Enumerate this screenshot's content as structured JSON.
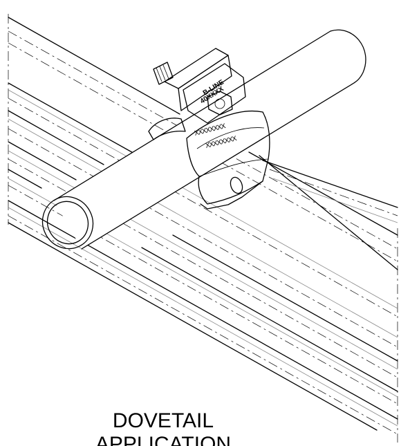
{
  "drawing": {
    "caption_line1": "DOVETAIL",
    "caption_line2": "APPLICATION",
    "marking_brand": "B-LINE",
    "marking_code": "40XXXX",
    "strap_marks_1": "XXXXXXXX",
    "strap_marks_2": "XXXXXXXX"
  }
}
